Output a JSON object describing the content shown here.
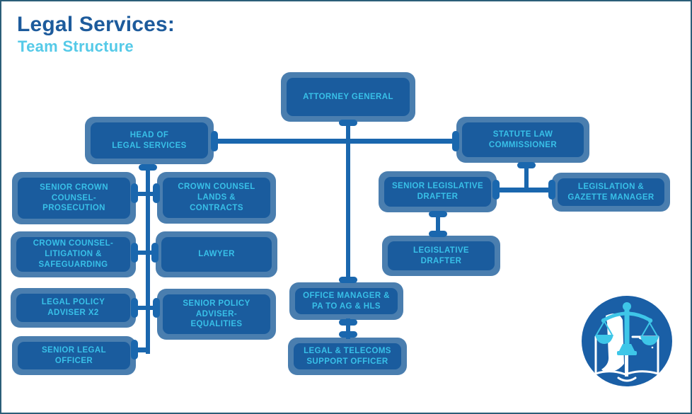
{
  "header": {
    "title": "Legal Services:",
    "subtitle": "Team Structure"
  },
  "nodes": {
    "attorney_general": {
      "label": "ATTORNEY GENERAL"
    },
    "head_of_legal_services": {
      "label": "HEAD OF\nLEGAL SERVICES"
    },
    "statute_law_commissioner": {
      "label": "STATUTE LAW\nCOMMISSIONER"
    },
    "senior_crown_counsel_prosecution": {
      "label": "SENIOR CROWN\nCOUNSEL-\nPROSECUTION"
    },
    "crown_counsel_lands_contracts": {
      "label": "CROWN COUNSEL\nLANDS &\nCONTRACTS"
    },
    "crown_counsel_litigation_safeguarding": {
      "label": "CROWN COUNSEL-\nLITIGATION &\nSAFEGUARDING"
    },
    "lawyer": {
      "label": "LAWYER"
    },
    "legal_policy_adviser_x2": {
      "label": "LEGAL POLICY\nADVISER X2"
    },
    "senior_policy_adviser_equalities": {
      "label": "SENIOR POLICY\nADVISER-\nEQUALITIES"
    },
    "senior_legal_officer": {
      "label": "SENIOR LEGAL\nOFFICER"
    },
    "senior_legislative_drafter": {
      "label": "SENIOR LEGISLATIVE\nDRAFTER"
    },
    "legislation_gazette_manager": {
      "label": "LEGISLATION &\nGAZETTE MANAGER"
    },
    "legislative_drafter": {
      "label": "LEGISLATIVE\nDRAFTER"
    },
    "office_manager_pa_to_ag_hls": {
      "label": "OFFICE MANAGER &\nPA TO AG & HLS"
    },
    "legal_telecoms_support_officer": {
      "label": "LEGAL & TELECOMS\nSUPPORT OFFICER"
    }
  },
  "edges": [
    [
      "attorney_general",
      "head_of_legal_services"
    ],
    [
      "attorney_general",
      "statute_law_commissioner"
    ],
    [
      "attorney_general",
      "office_manager_pa_to_ag_hls"
    ],
    [
      "head_of_legal_services",
      "senior_crown_counsel_prosecution"
    ],
    [
      "head_of_legal_services",
      "crown_counsel_lands_contracts"
    ],
    [
      "head_of_legal_services",
      "crown_counsel_litigation_safeguarding"
    ],
    [
      "head_of_legal_services",
      "lawyer"
    ],
    [
      "head_of_legal_services",
      "legal_policy_adviser_x2"
    ],
    [
      "head_of_legal_services",
      "senior_policy_adviser_equalities"
    ],
    [
      "head_of_legal_services",
      "senior_legal_officer"
    ],
    [
      "statute_law_commissioner",
      "senior_legislative_drafter"
    ],
    [
      "statute_law_commissioner",
      "legislation_gazette_manager"
    ],
    [
      "senior_legislative_drafter",
      "legislative_drafter"
    ],
    [
      "office_manager_pa_to_ag_hls",
      "legal_telecoms_support_officer"
    ]
  ],
  "colors": {
    "node_outer": "#4A7EAF",
    "node_inner": "#1A5C9E",
    "node_text": "#38C0E8",
    "connector": "#1A67AE",
    "title": "#1D5B9C",
    "subtitle": "#55CAE8",
    "border": "#2B5E78",
    "logo_circle": "#1A5FA6",
    "logo_accent": "#3EC6E8"
  },
  "logo": {
    "name": "scales-and-open-book-logo"
  }
}
